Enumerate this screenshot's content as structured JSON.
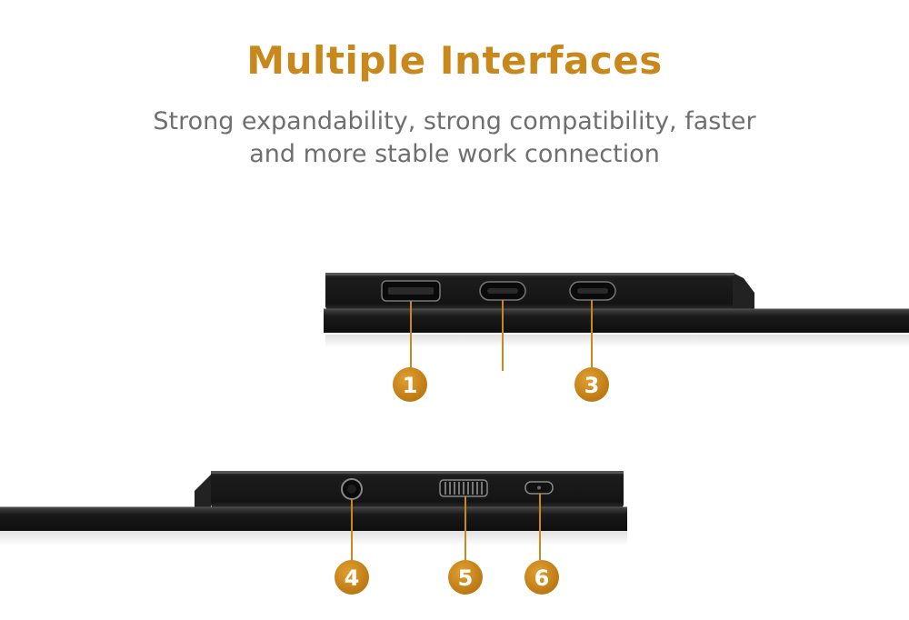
{
  "header": {
    "title": "Multiple Interfaces",
    "subtitle": "Strong expandability, strong compatibility, faster and more stable work connection"
  },
  "colors": {
    "accent": "#c8881c",
    "subtitle": "#6f6f6f",
    "device": "#1a1a1a"
  },
  "callouts": {
    "top": [
      {
        "label": "1",
        "port": "mini-hdmi-port"
      },
      {
        "label": "3",
        "port": "usb-c-port"
      }
    ],
    "bottom": [
      {
        "label": "4",
        "port": "audio-jack"
      },
      {
        "label": "5",
        "port": "scroll-wheel"
      },
      {
        "label": "6",
        "port": "power-button"
      }
    ]
  }
}
